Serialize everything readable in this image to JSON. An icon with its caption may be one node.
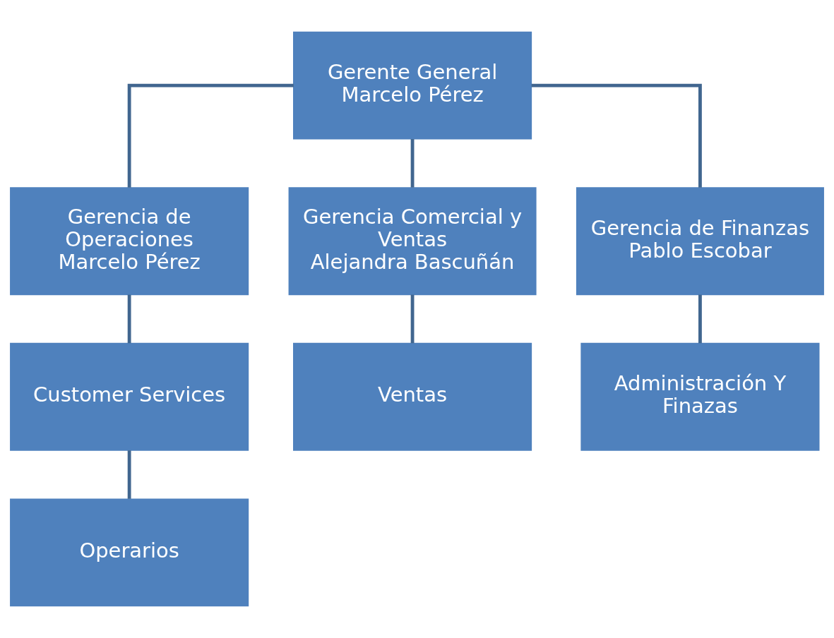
{
  "diagram": {
    "nodes": [
      {
        "text": [
          "Gerente General",
          "Marcelo Pérez"
        ]
      },
      {
        "text": [
          "Gerencia de Operaciones",
          "Marcelo Pérez"
        ]
      },
      {
        "text": [
          "Gerencia Comercial y Ventas",
          "Alejandra Bascuñán"
        ]
      },
      {
        "text": [
          "Gerencia de Finanzas",
          "Pablo Escobar"
        ]
      },
      {
        "text": [
          "Customer Services"
        ]
      },
      {
        "text": [
          "Ventas"
        ]
      },
      {
        "text": [
          "Administración Y Finazas"
        ]
      },
      {
        "text": [
          "Operarios"
        ]
      }
    ],
    "edges": [
      {
        "from": 0,
        "to": 1,
        "arrow": "none"
      },
      {
        "from": 0,
        "to": 2,
        "arrow": "none"
      },
      {
        "from": 0,
        "to": 3,
        "arrow": "none"
      },
      {
        "from": 1,
        "to": 4,
        "arrow": "none"
      },
      {
        "from": 2,
        "to": 5,
        "arrow": "none"
      },
      {
        "from": 3,
        "to": 6,
        "arrow": "none"
      },
      {
        "from": 4,
        "to": 7,
        "arrow": "none"
      }
    ]
  }
}
